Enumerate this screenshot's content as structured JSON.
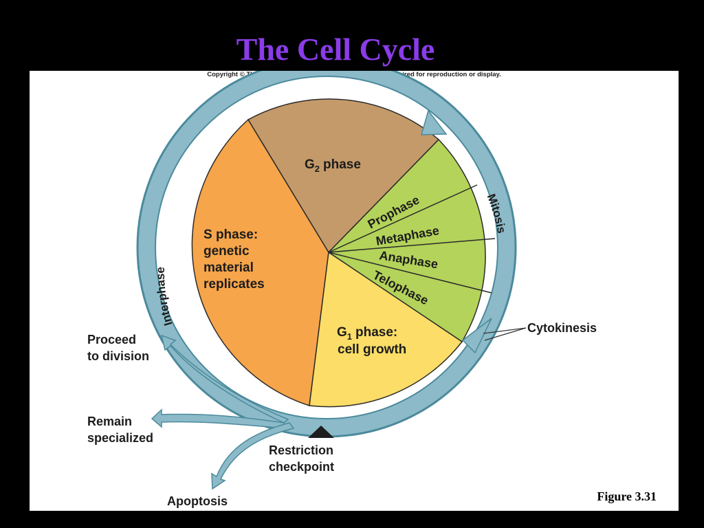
{
  "slide": {
    "title": "The Cell Cycle",
    "title_color": "#8a3ce8",
    "copyright": "Copyright © The McGraw-Hill Companies, Inc. Permission required for reproduction or display.",
    "figure_label": "Figure 3.31"
  },
  "diagram": {
    "colors": {
      "ring": "#8cbac8",
      "ring_stroke": "#4b8a9c",
      "s_phase": "#f6a54a",
      "g2_phase": "#c59a6a",
      "mitosis": "#b4d35a",
      "g1_phase": "#fbdd67",
      "divider": "#2a2a2a"
    },
    "segments": {
      "g2": {
        "letter": "G",
        "sub": "2",
        "word": "phase"
      },
      "prophase": "Prophase",
      "metaphase": "Metaphase",
      "anaphase": "Anaphase",
      "telophase": "Telophase",
      "g1": {
        "letter": "G",
        "sub": "1",
        "word": "phase:",
        "line2": "cell growth"
      },
      "s": {
        "lines": [
          "S phase:",
          "genetic",
          "material",
          "replicates"
        ]
      }
    },
    "ring_labels": {
      "interphase": "Interphase",
      "mitosis": "Mitosis"
    },
    "callouts": {
      "cytokinesis": "Cytokinesis",
      "proceed": [
        "Proceed",
        "to division"
      ],
      "remain": [
        "Remain",
        "specialized"
      ],
      "checkpoint": [
        "Restriction",
        "checkpoint"
      ],
      "apoptosis": "Apoptosis"
    }
  }
}
